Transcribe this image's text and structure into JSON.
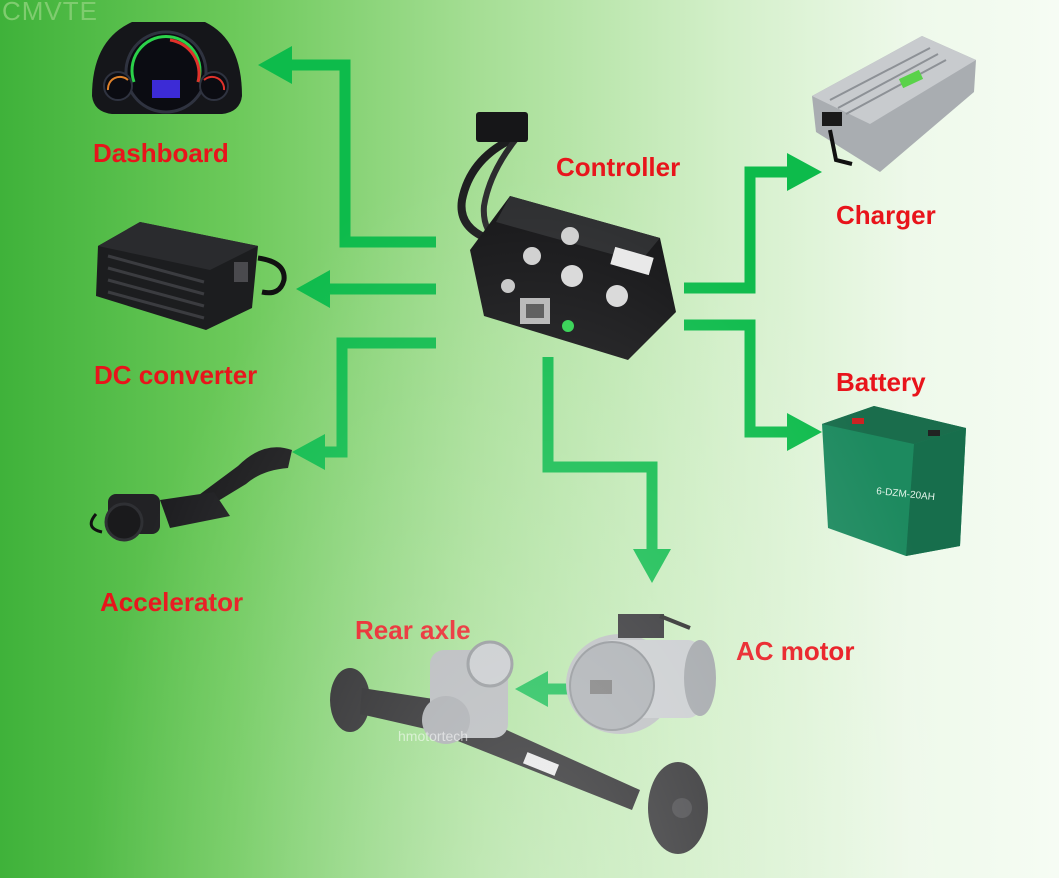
{
  "watermark": "CMVTE",
  "watermark_bottom": "hmotortech",
  "colors": {
    "arrow": "#0dbb4b",
    "label": "#e8141b"
  },
  "nodes": {
    "dashboard": "Dashboard",
    "controller": "Controller",
    "charger": "Charger",
    "dc_converter": "DC converter",
    "battery": "Battery",
    "accelerator": "Accelerator",
    "rear_axle": "Rear axle",
    "ac_motor": "AC motor"
  },
  "battery_label": "6-DZM-20AH"
}
